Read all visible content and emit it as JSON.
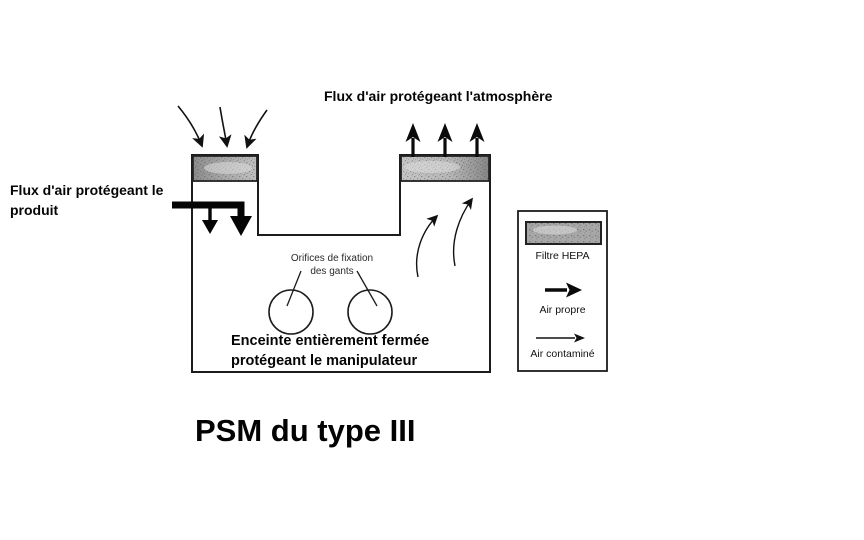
{
  "figure": {
    "title": "PSM du type III",
    "labels": {
      "atmosphere": "Flux d'air protégeant l'atmosphère",
      "product": "Flux d'air protégeant le\nproduit",
      "glove_ports": "Orifices de fixation\ndes gants",
      "enclosure": "Enceinte entièrement fermée\nprotégeant le manipulateur"
    },
    "legend": {
      "hepa_filter": "Filtre HEPA",
      "clean_air": "Air propre",
      "contaminated_air": "Air contaminé"
    },
    "colors": {
      "ink": "#1c1c1c",
      "filter_gray": "#c4c4c4",
      "filter_speckle": "#8f8f8f",
      "background": "#ffffff"
    }
  }
}
